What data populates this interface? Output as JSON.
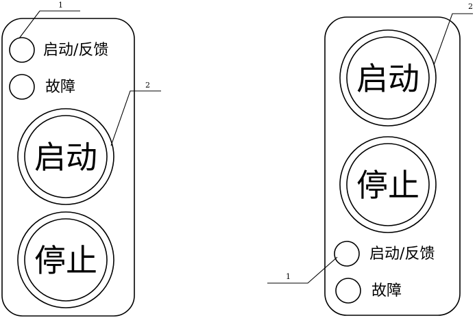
{
  "left_panel": {
    "indicator_start_feedback": "启动/反馈",
    "indicator_fault": "故障",
    "button_start": "启动",
    "button_stop": "停止",
    "callout_1": "1",
    "callout_2": "2"
  },
  "right_panel": {
    "indicator_start_feedback": "启动/反馈",
    "indicator_fault": "故障",
    "button_start": "启动",
    "button_stop": "停止",
    "callout_1": "1",
    "callout_2": "2"
  }
}
